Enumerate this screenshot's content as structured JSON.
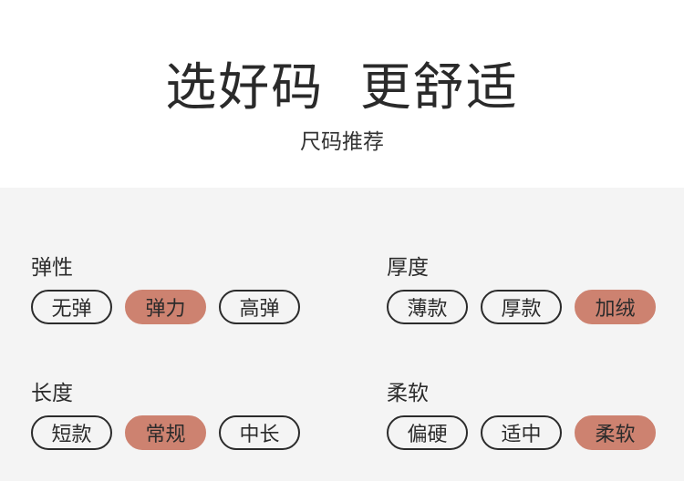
{
  "header": {
    "title": "选好码  更舒适",
    "subtitle": "尺码推荐"
  },
  "accent_color": "#cd8270",
  "groups": [
    {
      "label": "弹性",
      "options": [
        "无弹",
        "弹力",
        "高弹"
      ],
      "selected": "弹力"
    },
    {
      "label": "厚度",
      "options": [
        "薄款",
        "厚款",
        "加绒"
      ],
      "selected": "加绒"
    },
    {
      "label": "长度",
      "options": [
        "短款",
        "常规",
        "中长"
      ],
      "selected": "常规"
    },
    {
      "label": "柔软",
      "options": [
        "偏硬",
        "适中",
        "柔软"
      ],
      "selected": "柔软"
    }
  ]
}
